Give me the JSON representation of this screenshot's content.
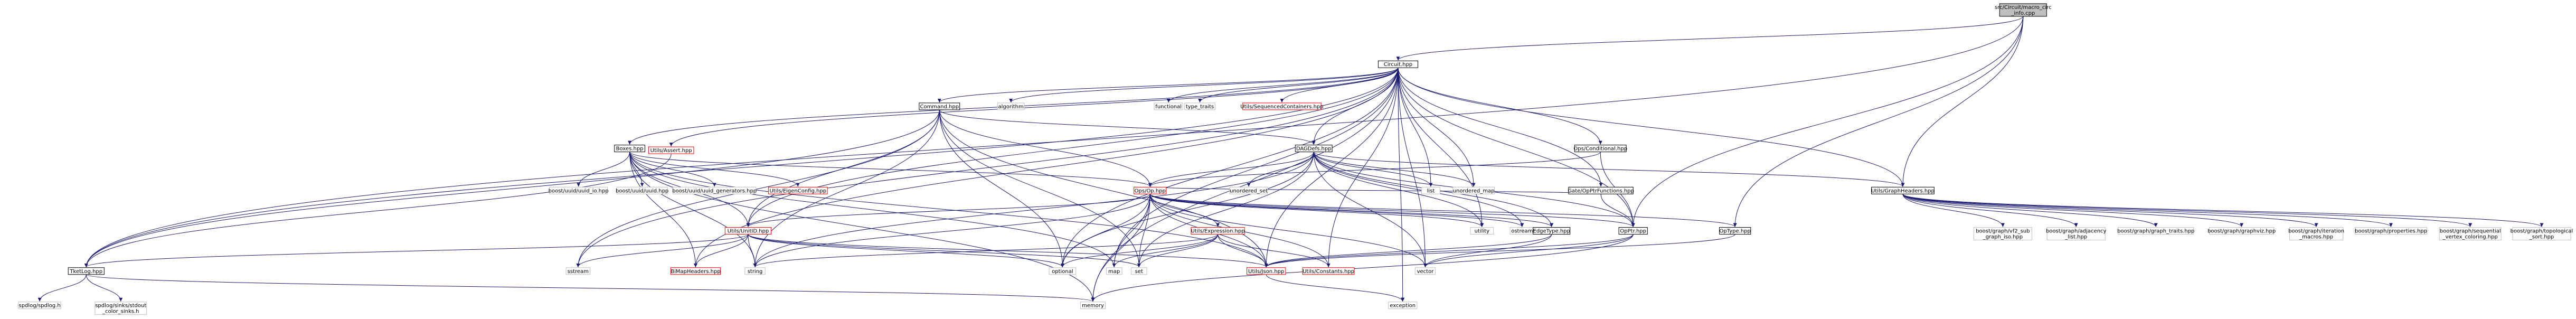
{
  "graph": {
    "nodes": [
      {
        "id": "root",
        "lines": [
          "src/Circuit/macro_circ",
          "_info.cpp"
        ],
        "style": "root"
      },
      {
        "id": "circuit",
        "lines": [
          "Circuit.hpp"
        ],
        "style": "normal"
      },
      {
        "id": "utilsassert",
        "lines": [
          "Utils/Assert.hpp"
        ],
        "style": "red"
      },
      {
        "id": "command",
        "lines": [
          "Command.hpp"
        ],
        "style": "normal"
      },
      {
        "id": "algorithm",
        "lines": [
          "algorithm"
        ],
        "style": "ext"
      },
      {
        "id": "functional",
        "lines": [
          "functional"
        ],
        "style": "ext"
      },
      {
        "id": "type_traits",
        "lines": [
          "type_traits"
        ],
        "style": "ext"
      },
      {
        "id": "seqcont",
        "lines": [
          "Utils/SequencedContainers.hpp"
        ],
        "style": "red"
      },
      {
        "id": "dagdefs",
        "lines": [
          "DAGDefs.hpp"
        ],
        "style": "normal"
      },
      {
        "id": "opsconditional",
        "lines": [
          "Ops/Conditional.hpp"
        ],
        "style": "normal"
      },
      {
        "id": "graphheaders",
        "lines": [
          "Utils/GraphHeaders.hpp"
        ],
        "style": "normal"
      },
      {
        "id": "boxes",
        "lines": [
          "Boxes.hpp"
        ],
        "style": "normal"
      },
      {
        "id": "uuidio",
        "lines": [
          "boost/uuid/uuid_io.hpp"
        ],
        "style": "ext"
      },
      {
        "id": "uuid",
        "lines": [
          "boost/uuid/uuid.hpp"
        ],
        "style": "ext"
      },
      {
        "id": "uuidgen",
        "lines": [
          "boost/uuid/uuid_generators.hpp"
        ],
        "style": "ext"
      },
      {
        "id": "eigenconfig",
        "lines": [
          "Utils/EigenConfig.hpp"
        ],
        "style": "red"
      },
      {
        "id": "opsop",
        "lines": [
          "Ops/Op.hpp"
        ],
        "style": "red"
      },
      {
        "id": "unordered_set",
        "lines": [
          "unordered_set"
        ],
        "style": "ext"
      },
      {
        "id": "list",
        "lines": [
          "list"
        ],
        "style": "ext"
      },
      {
        "id": "unordered_map",
        "lines": [
          "unordered_map"
        ],
        "style": "ext"
      },
      {
        "id": "gateopptr",
        "lines": [
          "Gate/OpPtrFunctions.hpp"
        ],
        "style": "normal"
      },
      {
        "id": "unitid",
        "lines": [
          "Utils/UnitID.hpp"
        ],
        "style": "red"
      },
      {
        "id": "utilsexpr",
        "lines": [
          "Utils/Expression.hpp"
        ],
        "style": "red"
      },
      {
        "id": "utility",
        "lines": [
          "utility"
        ],
        "style": "ext"
      },
      {
        "id": "ostream",
        "lines": [
          "ostream"
        ],
        "style": "ext"
      },
      {
        "id": "edgetype",
        "lines": [
          "EdgeType.hpp"
        ],
        "style": "normal"
      },
      {
        "id": "opptr",
        "lines": [
          "OpPtr.hpp"
        ],
        "style": "normal"
      },
      {
        "id": "optype",
        "lines": [
          "OpType.hpp"
        ],
        "style": "normal"
      },
      {
        "id": "tketlog",
        "lines": [
          "TketLog.hpp"
        ],
        "style": "normal"
      },
      {
        "id": "bimap",
        "lines": [
          "BiMapHeaders.hpp"
        ],
        "style": "red"
      },
      {
        "id": "sstream",
        "lines": [
          "sstream"
        ],
        "style": "ext"
      },
      {
        "id": "string",
        "lines": [
          "string"
        ],
        "style": "ext"
      },
      {
        "id": "map",
        "lines": [
          "map"
        ],
        "style": "ext"
      },
      {
        "id": "optional",
        "lines": [
          "optional"
        ],
        "style": "ext"
      },
      {
        "id": "set",
        "lines": [
          "set"
        ],
        "style": "ext"
      },
      {
        "id": "json",
        "lines": [
          "Utils/Json.hpp"
        ],
        "style": "red"
      },
      {
        "id": "constants",
        "lines": [
          "Utils/Constants.hpp"
        ],
        "style": "red"
      },
      {
        "id": "vector",
        "lines": [
          "vector"
        ],
        "style": "ext"
      },
      {
        "id": "memory",
        "lines": [
          "memory"
        ],
        "style": "ext"
      },
      {
        "id": "exception",
        "lines": [
          "exception"
        ],
        "style": "ext"
      },
      {
        "id": "spdlog",
        "lines": [
          "spdlog/spdlog.h"
        ],
        "style": "ext"
      },
      {
        "id": "spdlogsinks",
        "lines": [
          "spdlog/sinks/stdout",
          "_color_sinks.h"
        ],
        "style": "ext"
      },
      {
        "id": "subgraphiso",
        "lines": [
          "boost/graph/vf2_sub",
          "_graph_iso.hpp"
        ],
        "style": "ext"
      },
      {
        "id": "adjlist",
        "lines": [
          "boost/graph/adjacency",
          "_list.hpp"
        ],
        "style": "ext"
      },
      {
        "id": "graphtraits",
        "lines": [
          "boost/graph/graph_traits.hpp"
        ],
        "style": "ext"
      },
      {
        "id": "graphviz",
        "lines": [
          "boost/graph/graphviz.hpp"
        ],
        "style": "ext"
      },
      {
        "id": "itermacros",
        "lines": [
          "boost/graph/iteration",
          "_macros.hpp"
        ],
        "style": "ext"
      },
      {
        "id": "properties",
        "lines": [
          "boost/graph/properties.hpp"
        ],
        "style": "ext"
      },
      {
        "id": "seqvertex",
        "lines": [
          "boost/graph/sequential",
          "_vertex_coloring.hpp"
        ],
        "style": "ext"
      },
      {
        "id": "toposort",
        "lines": [
          "boost/graph/topological",
          "_sort.hpp"
        ],
        "style": "ext"
      }
    ],
    "edges": [
      [
        "root",
        "circuit"
      ],
      [
        "root",
        "opptr"
      ],
      [
        "root",
        "optype"
      ],
      [
        "root",
        "tketlog"
      ],
      [
        "root",
        "graphheaders"
      ],
      [
        "circuit",
        "utilsassert"
      ],
      [
        "circuit",
        "command"
      ],
      [
        "circuit",
        "algorithm"
      ],
      [
        "circuit",
        "functional"
      ],
      [
        "circuit",
        "type_traits"
      ],
      [
        "circuit",
        "seqcont"
      ],
      [
        "circuit",
        "dagdefs"
      ],
      [
        "circuit",
        "opsconditional"
      ],
      [
        "circuit",
        "graphheaders"
      ],
      [
        "circuit",
        "boxes"
      ],
      [
        "circuit",
        "list"
      ],
      [
        "circuit",
        "unordered_map"
      ],
      [
        "circuit",
        "gateopptr"
      ],
      [
        "circuit",
        "unitid"
      ],
      [
        "circuit",
        "tketlog"
      ],
      [
        "circuit",
        "sstream"
      ],
      [
        "circuit",
        "map"
      ],
      [
        "circuit",
        "optional"
      ],
      [
        "circuit",
        "json"
      ],
      [
        "circuit",
        "constants"
      ],
      [
        "circuit",
        "vector"
      ],
      [
        "circuit",
        "memory"
      ],
      [
        "circuit",
        "exception"
      ],
      [
        "circuit",
        "bimap"
      ],
      [
        "circuit",
        "utility"
      ],
      [
        "circuit",
        "opptr"
      ],
      [
        "utilsassert",
        "tketlog"
      ],
      [
        "command",
        "dagdefs"
      ],
      [
        "command",
        "unitid"
      ],
      [
        "command",
        "tketlog"
      ],
      [
        "command",
        "sstream"
      ],
      [
        "command",
        "string"
      ],
      [
        "command",
        "optional"
      ],
      [
        "command",
        "json"
      ],
      [
        "command",
        "opsop"
      ],
      [
        "command",
        "set"
      ],
      [
        "dagdefs",
        "opsop"
      ],
      [
        "dagdefs",
        "unordered_set"
      ],
      [
        "dagdefs",
        "list"
      ],
      [
        "dagdefs",
        "unordered_map"
      ],
      [
        "dagdefs",
        "graphheaders"
      ],
      [
        "dagdefs",
        "edgetype"
      ],
      [
        "dagdefs",
        "opptr"
      ],
      [
        "dagdefs",
        "utility"
      ],
      [
        "dagdefs",
        "ostream"
      ],
      [
        "dagdefs",
        "optional"
      ],
      [
        "dagdefs",
        "set"
      ],
      [
        "dagdefs",
        "vector"
      ],
      [
        "dagdefs",
        "string"
      ],
      [
        "opsconditional",
        "opsop"
      ],
      [
        "opsconditional",
        "opptr"
      ],
      [
        "boxes",
        "uuidio"
      ],
      [
        "boxes",
        "uuid"
      ],
      [
        "boxes",
        "uuidgen"
      ],
      [
        "boxes",
        "eigenconfig"
      ],
      [
        "boxes",
        "opsop"
      ],
      [
        "boxes",
        "unitid"
      ],
      [
        "boxes",
        "bimap"
      ],
      [
        "boxes",
        "json"
      ],
      [
        "boxes",
        "string"
      ],
      [
        "boxes",
        "map"
      ],
      [
        "boxes",
        "memory"
      ],
      [
        "opsop",
        "unitid"
      ],
      [
        "opsop",
        "utilsexpr"
      ],
      [
        "opsop",
        "edgetype"
      ],
      [
        "opsop",
        "opptr"
      ],
      [
        "opsop",
        "optype"
      ],
      [
        "opsop",
        "utility"
      ],
      [
        "opsop",
        "ostream"
      ],
      [
        "opsop",
        "json"
      ],
      [
        "opsop",
        "constants"
      ],
      [
        "opsop",
        "vector"
      ],
      [
        "opsop",
        "memory"
      ],
      [
        "opsop",
        "string"
      ],
      [
        "opsop",
        "map"
      ],
      [
        "opsop",
        "optional"
      ],
      [
        "opsop",
        "set"
      ],
      [
        "gateopptr",
        "opsop"
      ],
      [
        "gateopptr",
        "opptr"
      ],
      [
        "unitid",
        "tketlog"
      ],
      [
        "unitid",
        "bimap"
      ],
      [
        "unitid",
        "json"
      ],
      [
        "unitid",
        "string"
      ],
      [
        "unitid",
        "optional"
      ],
      [
        "unitid",
        "sstream"
      ],
      [
        "unitid",
        "set"
      ],
      [
        "utilsexpr",
        "json"
      ],
      [
        "utilsexpr",
        "constants"
      ],
      [
        "utilsexpr",
        "map"
      ],
      [
        "utilsexpr",
        "optional"
      ],
      [
        "utilsexpr",
        "set"
      ],
      [
        "utilsexpr",
        "string"
      ],
      [
        "edgetype",
        "json"
      ],
      [
        "edgetype",
        "vector"
      ],
      [
        "opptr",
        "json"
      ],
      [
        "opptr",
        "memory"
      ],
      [
        "opptr",
        "vector"
      ],
      [
        "optype",
        "json"
      ],
      [
        "tketlog",
        "spdlog"
      ],
      [
        "tketlog",
        "spdlogsinks"
      ],
      [
        "tketlog",
        "memory"
      ],
      [
        "json",
        "exception"
      ],
      [
        "graphheaders",
        "subgraphiso"
      ],
      [
        "graphheaders",
        "adjlist"
      ],
      [
        "graphheaders",
        "graphtraits"
      ],
      [
        "graphheaders",
        "graphviz"
      ],
      [
        "graphheaders",
        "itermacros"
      ],
      [
        "graphheaders",
        "properties"
      ],
      [
        "graphheaders",
        "seqvertex"
      ],
      [
        "graphheaders",
        "toposort"
      ]
    ]
  },
  "colors": {
    "root_fill": "#bfbfbf",
    "normal_fill": "#ffffff",
    "normal_stroke": "#000000",
    "red_stroke": "#ff0000",
    "ext_stroke": "#bfbfbf",
    "edge": "#191970"
  }
}
